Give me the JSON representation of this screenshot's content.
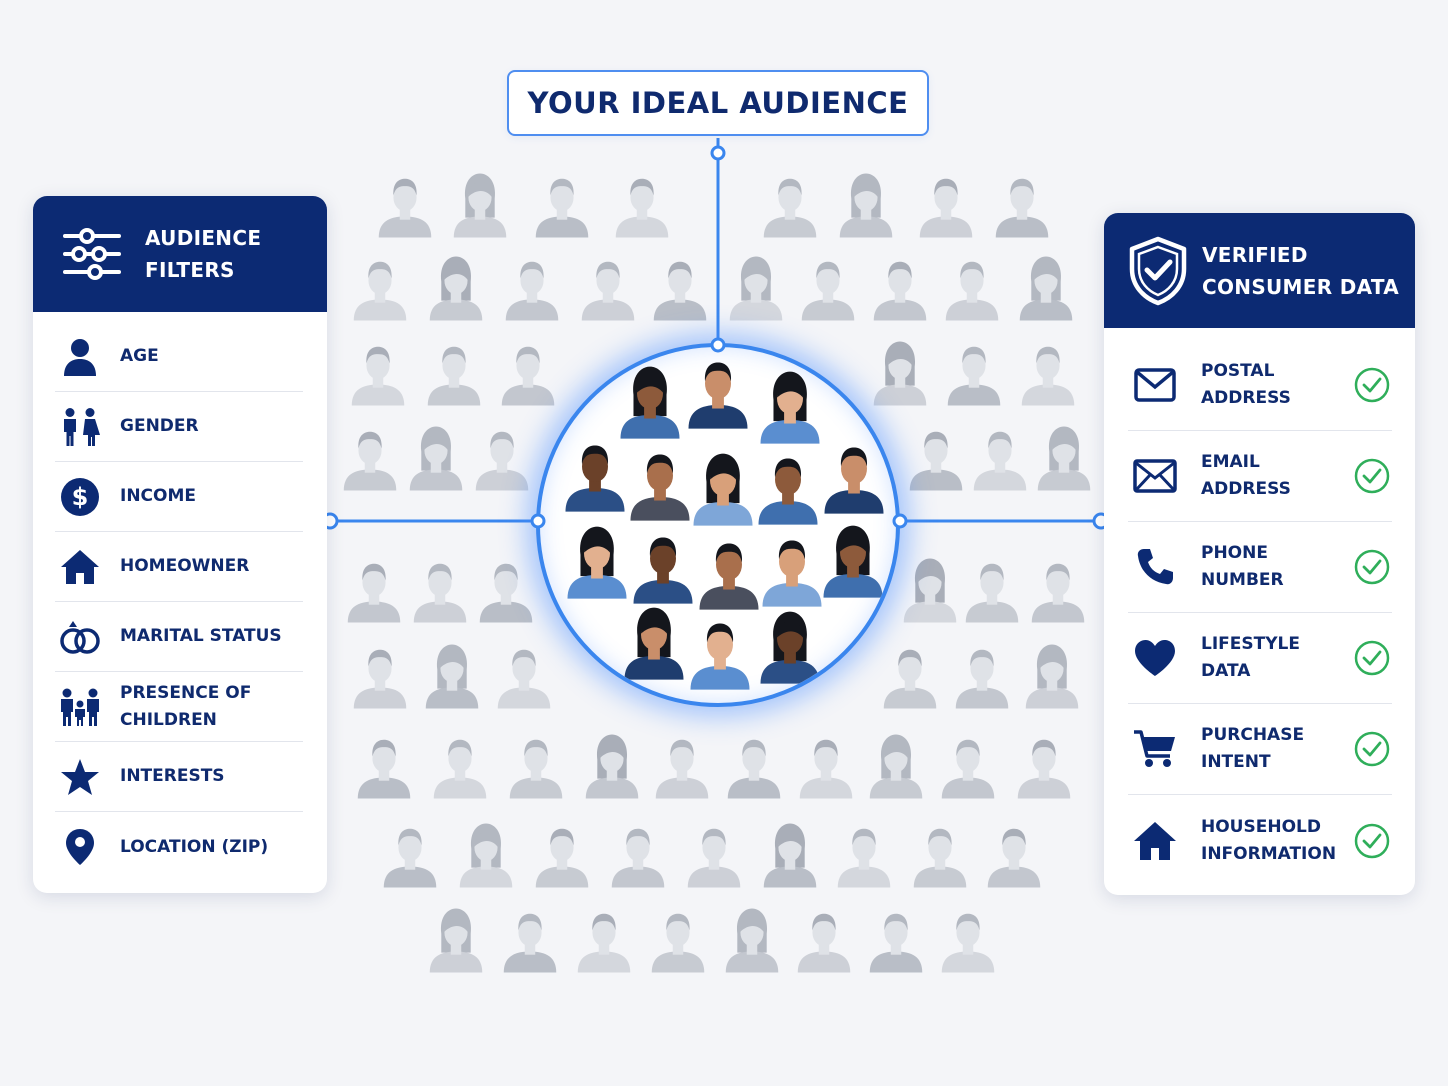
{
  "title": "YOUR IDEAL AUDIENCE",
  "filters_panel": {
    "title_line1": "AUDIENCE",
    "title_line2": "FILTERS",
    "header_icon": "sliders-icon",
    "items": [
      {
        "label": "AGE",
        "icon": "person-icon"
      },
      {
        "label": "GENDER",
        "icon": "gender-icon"
      },
      {
        "label": "INCOME",
        "icon": "dollar-icon"
      },
      {
        "label": "HOMEOWNER",
        "icon": "home-icon"
      },
      {
        "label": "MARITAL STATUS",
        "icon": "rings-icon"
      },
      {
        "label": "PRESENCE OF CHILDREN",
        "icon": "family-icon"
      },
      {
        "label": "INTERESTS",
        "icon": "star-icon"
      },
      {
        "label": "LOCATION (ZIP)",
        "icon": "location-pin-icon"
      }
    ]
  },
  "data_panel": {
    "title_line1": "VERIFIED",
    "title_line2": "CONSUMER DATA",
    "header_icon": "shield-check-icon",
    "items": [
      {
        "label": "POSTAL ADDRESS",
        "icon": "envelope-open-icon"
      },
      {
        "label": "EMAIL ADDRESS",
        "icon": "envelope-icon"
      },
      {
        "label": "PHONE NUMBER",
        "icon": "phone-icon"
      },
      {
        "label": "LIFESTYLE DATA",
        "icon": "heart-icon"
      },
      {
        "label": "PURCHASE INTENT",
        "icon": "cart-icon"
      },
      {
        "label": "HOUSEHOLD INFORMATION",
        "icon": "house-icon"
      }
    ]
  },
  "colors": {
    "navy": "#0c2a73",
    "accent_blue": "#3a86ee",
    "check_green": "#2fae5a",
    "crowd_gray": "#c7cbd3"
  }
}
